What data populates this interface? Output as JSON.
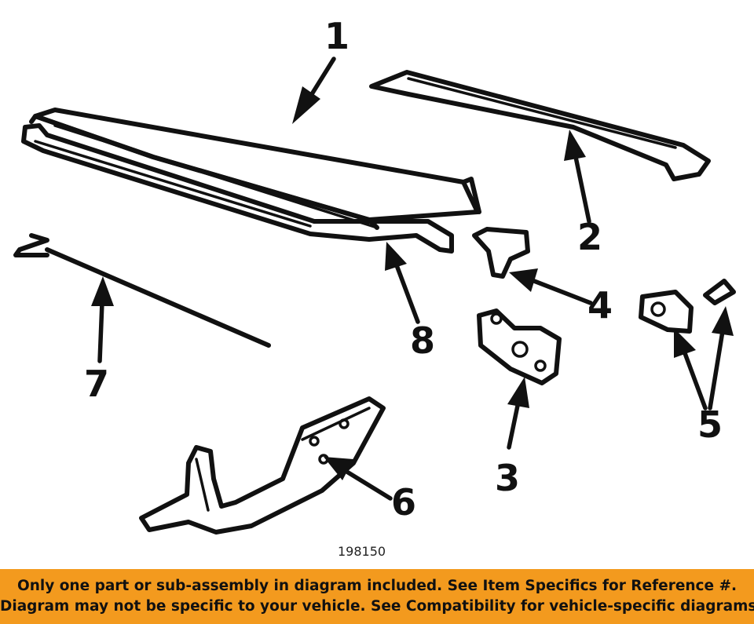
{
  "diagram": {
    "code": "198150",
    "callouts": {
      "c1": "1",
      "c2": "2",
      "c3": "3",
      "c4": "4",
      "c5": "5",
      "c6": "6",
      "c7": "7",
      "c8": "8"
    },
    "parts": [
      {
        "callout": "1",
        "icon": "trunk-lid-panel"
      },
      {
        "callout": "2",
        "icon": "spoiler"
      },
      {
        "callout": "3",
        "icon": "latch"
      },
      {
        "callout": "4",
        "icon": "striker"
      },
      {
        "callout": "5",
        "icon": "lock-cylinder"
      },
      {
        "callout": "6",
        "icon": "hinge"
      },
      {
        "callout": "7",
        "icon": "molding"
      },
      {
        "callout": "8",
        "icon": "weatherstrip"
      }
    ]
  },
  "banner": {
    "background": "#f39a1e",
    "line1": "Only one part or sub-assembly in diagram included. See Item Specifics for Reference #.",
    "line2": "Diagram may not be specific to your vehicle. See Compatibility for vehicle-specific diagrams."
  }
}
